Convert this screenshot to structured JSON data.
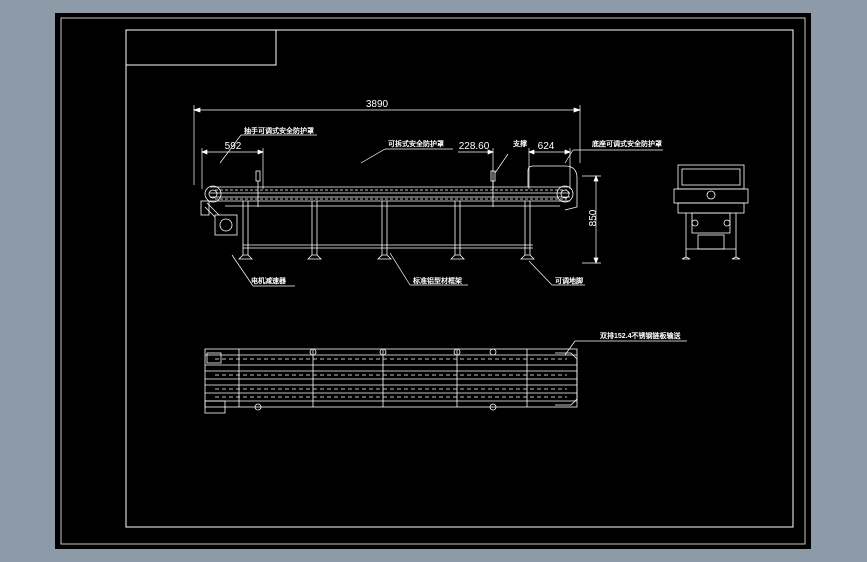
{
  "colors": {
    "viewport_bg": "#8d9aa7",
    "sheet_bg": "#000000",
    "line": "#ffffff",
    "frame_gray": "#c8c8c8"
  },
  "dimensions": {
    "overall_length": "3890",
    "left_end": "592",
    "guard_gap": "228.60",
    "right_end": "624",
    "height": "850"
  },
  "labels": {
    "left_guard": "抽手可调式安全防护罩",
    "middle_guard": "可拆式安全防护罩",
    "support": "支撑",
    "right_guard": "底座可调式安全防护罩",
    "motor": "电机减速器",
    "frame": "标准铝型材框架",
    "feet": "可调地脚",
    "top_view": "双排152.4不锈钢链板输送"
  }
}
